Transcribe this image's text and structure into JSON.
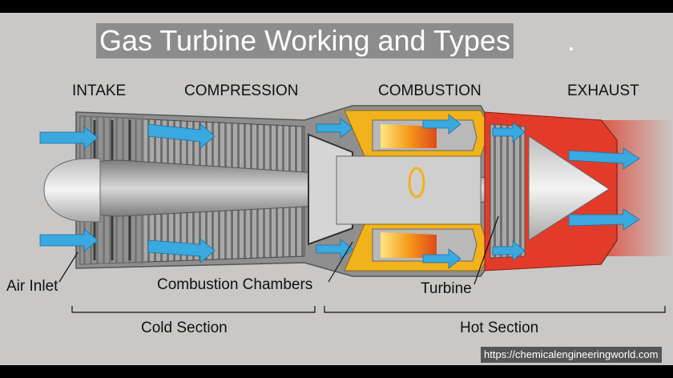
{
  "title": "Gas Turbine Working and Types",
  "title_suffix": ".",
  "sections": {
    "intake": "INTAKE",
    "compression": "COMPRESSION",
    "combustion": "COMBUSTION",
    "exhaust": "EXHAUST"
  },
  "labels": {
    "air_inlet": "Air Inlet",
    "combustion_chambers": "Combustion Chambers",
    "turbine": "Turbine"
  },
  "brackets": {
    "cold": "Cold Section",
    "hot": "Hot Section"
  },
  "watermark": "https://chemicalengineeringworld.com",
  "colors": {
    "background": "#c9c8c6",
    "engine_metal": "#9a9a9a",
    "hot_red": "#e23b2a",
    "combustion_yellow": "#f2b21b",
    "airflow_blue": "#3aa9e0"
  }
}
